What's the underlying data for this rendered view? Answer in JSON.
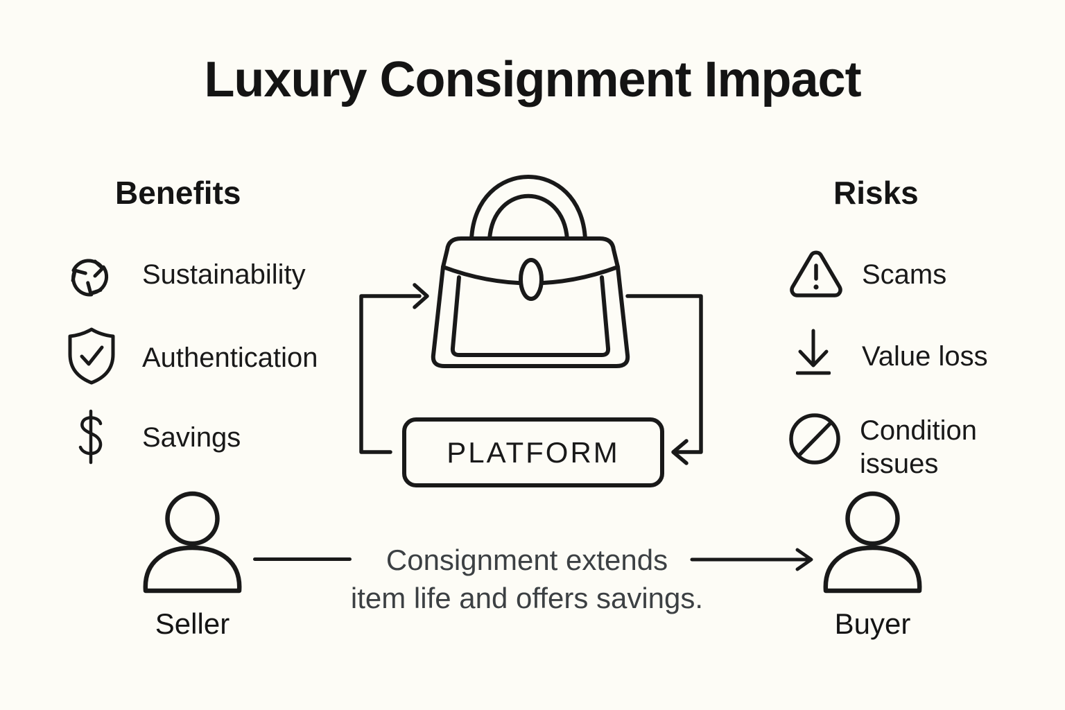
{
  "colors": {
    "background": "#FDFCF6",
    "ink": "#191919",
    "caption_gray": "#3C4043"
  },
  "title": "Luxury Consignment Impact",
  "benefits": {
    "heading": "Benefits",
    "items": [
      {
        "icon": "recycle-icon",
        "label": "Sustainability"
      },
      {
        "icon": "shield-check-icon",
        "label": "Authentication"
      },
      {
        "icon": "dollar-icon",
        "label": "Savings"
      }
    ]
  },
  "risks": {
    "heading": "Risks",
    "items": [
      {
        "icon": "warning-triangle-icon",
        "label": "Scams"
      },
      {
        "icon": "arrow-down-icon",
        "label": "Value loss"
      },
      {
        "icon": "no-slash-circle-icon",
        "label": "Condition issues"
      }
    ]
  },
  "center": {
    "bag_icon": "handbag-icon",
    "platform_label": "PLATFORM"
  },
  "flow": {
    "seller_label": "Seller",
    "buyer_label": "Buyer",
    "caption_line1": "Consignment extends",
    "caption_line2": "item life and offers savings."
  }
}
